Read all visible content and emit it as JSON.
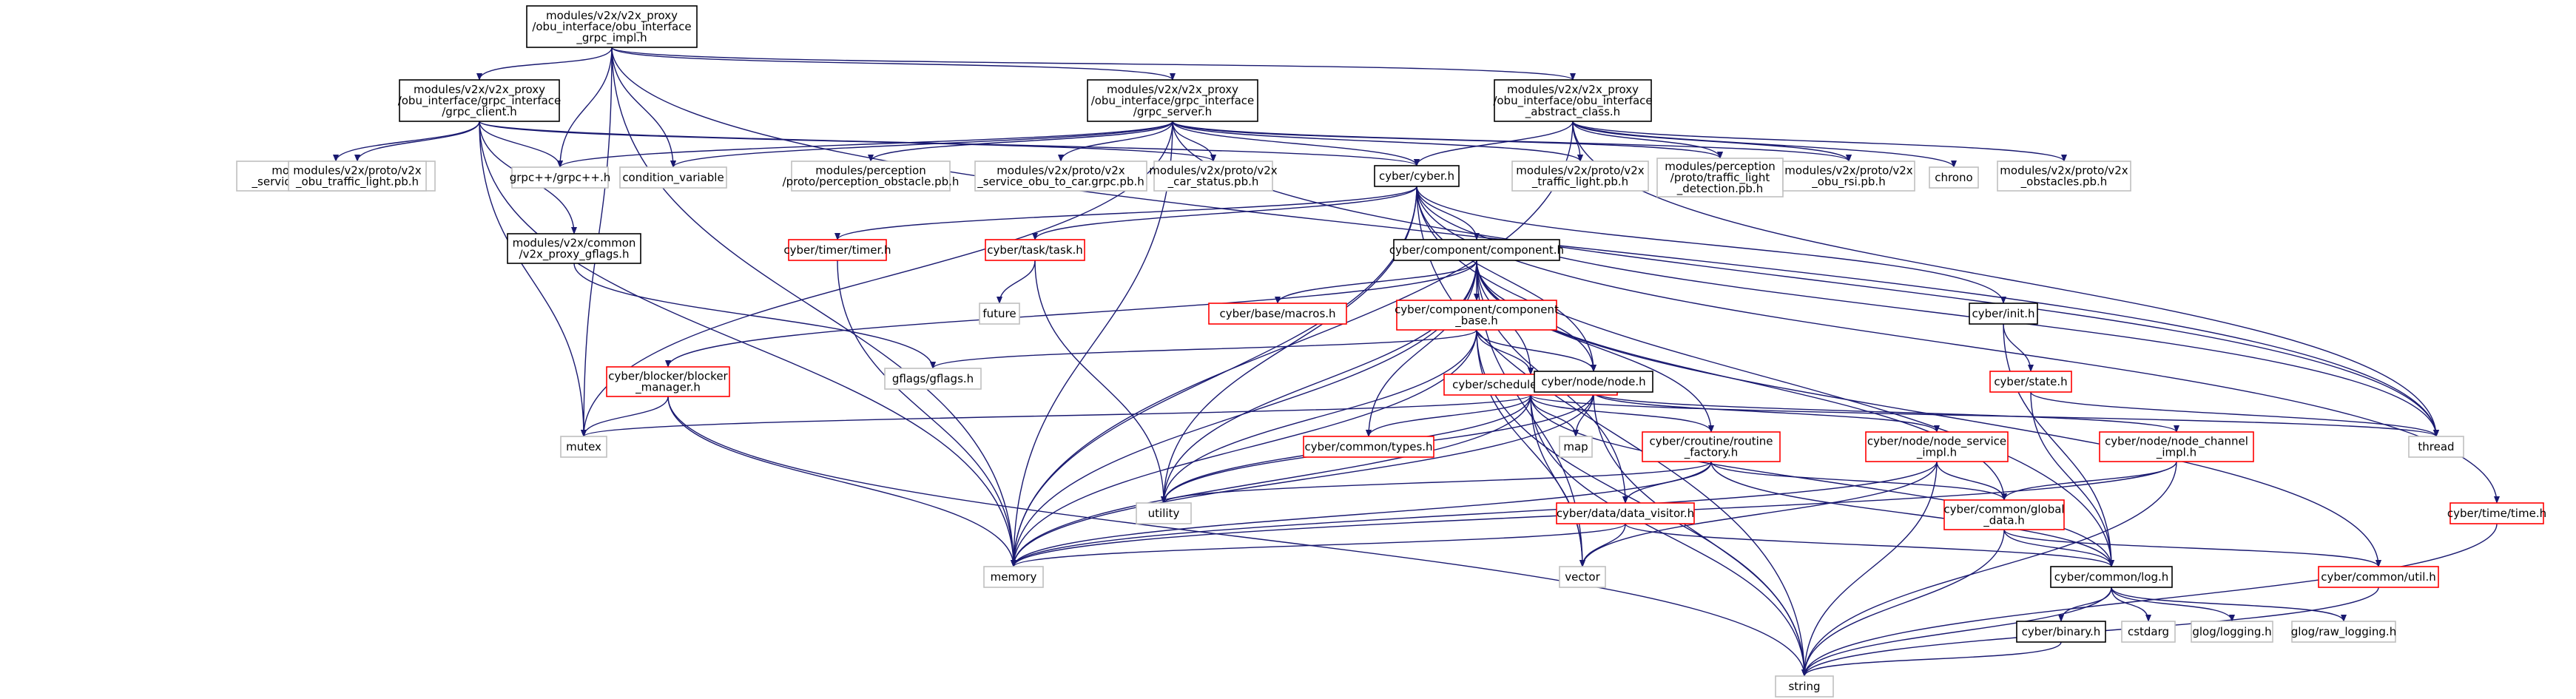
{
  "colors": {
    "edge": "#191970",
    "border_normal": "#000000",
    "border_missing": "#bfbfbf",
    "border_truncated": "#ff0000",
    "root_fill": "#bfbfbf",
    "node_fill": "#ffffff"
  },
  "nodes": [
    {
      "id": "root",
      "lines": [
        "modules/v2x/v2x_proxy",
        "/obu_interface/obu_interface",
        "_grpc_impl.h"
      ],
      "style": "root"
    },
    {
      "id": "grpc_client",
      "lines": [
        "modules/v2x/v2x_proxy",
        "/obu_interface/grpc_interface",
        "/grpc_client.h"
      ],
      "style": "normal"
    },
    {
      "id": "grpc_server",
      "lines": [
        "modules/v2x/v2x_proxy",
        "/obu_interface/grpc_interface",
        "/grpc_server.h"
      ],
      "style": "normal"
    },
    {
      "id": "abstract",
      "lines": [
        "modules/v2x/v2x_proxy",
        "/obu_interface/obu_interface",
        "_abstract_class.h"
      ],
      "style": "normal"
    },
    {
      "id": "srv_car_obu",
      "lines": [
        "modules/v2x/proto/v2x",
        "_service_car_to_obu.grpc.pb.h"
      ],
      "style": "missing"
    },
    {
      "id": "obu_tl",
      "lines": [
        "modules/v2x/proto/v2x",
        "_obu_traffic_light.pb.h"
      ],
      "style": "missing"
    },
    {
      "id": "grpcpp",
      "lines": [
        "grpc++/grpc++.h"
      ],
      "style": "missing"
    },
    {
      "id": "cond",
      "lines": [
        "condition_variable"
      ],
      "style": "missing"
    },
    {
      "id": "perc_obs",
      "lines": [
        "modules/perception",
        "/proto/perception_obstacle.pb.h"
      ],
      "style": "missing"
    },
    {
      "id": "srv_obu_car",
      "lines": [
        "modules/v2x/proto/v2x",
        "_service_obu_to_car.grpc.pb.h"
      ],
      "style": "missing"
    },
    {
      "id": "car_status",
      "lines": [
        "modules/v2x/proto/v2x",
        "_car_status.pb.h"
      ],
      "style": "missing"
    },
    {
      "id": "cyber",
      "lines": [
        "cyber/cyber.h"
      ],
      "style": "normal"
    },
    {
      "id": "v2x_tl",
      "lines": [
        "modules/v2x/proto/v2x",
        "_traffic_light.pb.h"
      ],
      "style": "missing"
    },
    {
      "id": "tl_det",
      "lines": [
        "modules/perception",
        "/proto/traffic_light",
        "_detection.pb.h"
      ],
      "style": "missing"
    },
    {
      "id": "obu_rsi",
      "lines": [
        "modules/v2x/proto/v2x",
        "_obu_rsi.pb.h"
      ],
      "style": "missing"
    },
    {
      "id": "chrono",
      "lines": [
        "chrono"
      ],
      "style": "missing"
    },
    {
      "id": "obstacles",
      "lines": [
        "modules/v2x/proto/v2x",
        "_obstacles.pb.h"
      ],
      "style": "missing"
    },
    {
      "id": "gflags_proxy",
      "lines": [
        "modules/v2x/common",
        "/v2x_proxy_gflags.h"
      ],
      "style": "normal"
    },
    {
      "id": "timer",
      "lines": [
        "cyber/timer/timer.h"
      ],
      "style": "truncated"
    },
    {
      "id": "task",
      "lines": [
        "cyber/task/task.h"
      ],
      "style": "truncated"
    },
    {
      "id": "component",
      "lines": [
        "cyber/component/component.h"
      ],
      "style": "normal"
    },
    {
      "id": "init",
      "lines": [
        "cyber/init.h"
      ],
      "style": "normal"
    },
    {
      "id": "future",
      "lines": [
        "future"
      ],
      "style": "missing"
    },
    {
      "id": "macros",
      "lines": [
        "cyber/base/macros.h"
      ],
      "style": "truncated"
    },
    {
      "id": "comp_base",
      "lines": [
        "cyber/component/component",
        "_base.h"
      ],
      "style": "truncated"
    },
    {
      "id": "gflags",
      "lines": [
        "gflags/gflags.h"
      ],
      "style": "missing"
    },
    {
      "id": "blocker",
      "lines": [
        "cyber/blocker/blocker",
        "_manager.h"
      ],
      "style": "truncated"
    },
    {
      "id": "scheduler",
      "lines": [
        "cyber/scheduler/scheduler.h"
      ],
      "style": "truncated"
    },
    {
      "id": "node",
      "lines": [
        "cyber/node/node.h"
      ],
      "style": "normal"
    },
    {
      "id": "state",
      "lines": [
        "cyber/state.h"
      ],
      "style": "truncated"
    },
    {
      "id": "mutex",
      "lines": [
        "mutex"
      ],
      "style": "missing"
    },
    {
      "id": "types",
      "lines": [
        "cyber/common/types.h"
      ],
      "style": "truncated"
    },
    {
      "id": "map",
      "lines": [
        "map"
      ],
      "style": "missing"
    },
    {
      "id": "coroutine",
      "lines": [
        "cyber/croutine/routine",
        "_factory.h"
      ],
      "style": "truncated"
    },
    {
      "id": "node_service",
      "lines": [
        "cyber/node/node_service",
        "_impl.h"
      ],
      "style": "truncated"
    },
    {
      "id": "node_channel",
      "lines": [
        "cyber/node/node_channel",
        "_impl.h"
      ],
      "style": "truncated"
    },
    {
      "id": "thread",
      "lines": [
        "thread"
      ],
      "style": "missing"
    },
    {
      "id": "utility",
      "lines": [
        "utility"
      ],
      "style": "missing"
    },
    {
      "id": "data_visitor",
      "lines": [
        "cyber/data/data_visitor.h"
      ],
      "style": "truncated"
    },
    {
      "id": "global_data",
      "lines": [
        "cyber/common/global",
        "_data.h"
      ],
      "style": "truncated"
    },
    {
      "id": "time",
      "lines": [
        "cyber/time/time.h"
      ],
      "style": "truncated"
    },
    {
      "id": "memory",
      "lines": [
        "memory"
      ],
      "style": "missing"
    },
    {
      "id": "vector",
      "lines": [
        "vector"
      ],
      "style": "missing"
    },
    {
      "id": "log",
      "lines": [
        "cyber/common/log.h"
      ],
      "style": "normal"
    },
    {
      "id": "util",
      "lines": [
        "cyber/common/util.h"
      ],
      "style": "truncated"
    },
    {
      "id": "binary",
      "lines": [
        "cyber/binary.h"
      ],
      "style": "normal"
    },
    {
      "id": "cstdarg",
      "lines": [
        "cstdarg"
      ],
      "style": "missing"
    },
    {
      "id": "glog_logging",
      "lines": [
        "glog/logging.h"
      ],
      "style": "missing"
    },
    {
      "id": "glog_raw",
      "lines": [
        "glog/raw_logging.h"
      ],
      "style": "missing"
    },
    {
      "id": "string",
      "lines": [
        "string"
      ],
      "style": "missing"
    }
  ],
  "edges": [
    [
      "root",
      "grpc_client"
    ],
    [
      "root",
      "grpc_server"
    ],
    [
      "root",
      "abstract"
    ],
    [
      "root",
      "grpcpp"
    ],
    [
      "root",
      "cond"
    ],
    [
      "root",
      "mutex"
    ],
    [
      "root",
      "memory"
    ],
    [
      "root",
      "thread"
    ],
    [
      "grpc_client",
      "srv_car_obu"
    ],
    [
      "grpc_client",
      "obu_tl"
    ],
    [
      "grpc_client",
      "grpcpp"
    ],
    [
      "grpc_client",
      "gflags_proxy"
    ],
    [
      "grpc_client",
      "cyber"
    ],
    [
      "grpc_client",
      "mutex"
    ],
    [
      "grpc_client",
      "memory"
    ],
    [
      "grpc_client",
      "car_status"
    ],
    [
      "grpc_server",
      "perc_obs"
    ],
    [
      "grpc_server",
      "srv_obu_car"
    ],
    [
      "grpc_server",
      "car_status"
    ],
    [
      "grpc_server",
      "cyber"
    ],
    [
      "grpc_server",
      "v2x_tl"
    ],
    [
      "grpc_server",
      "tl_det"
    ],
    [
      "grpc_server",
      "obu_rsi"
    ],
    [
      "grpc_server",
      "grpcpp"
    ],
    [
      "grpc_server",
      "cond"
    ],
    [
      "grpc_server",
      "mutex"
    ],
    [
      "grpc_server",
      "memory"
    ],
    [
      "grpc_server",
      "thread"
    ],
    [
      "abstract",
      "cyber"
    ],
    [
      "abstract",
      "v2x_tl"
    ],
    [
      "abstract",
      "tl_det"
    ],
    [
      "abstract",
      "obu_rsi"
    ],
    [
      "abstract",
      "chrono"
    ],
    [
      "abstract",
      "obstacles"
    ],
    [
      "abstract",
      "memory"
    ],
    [
      "abstract",
      "thread"
    ],
    [
      "gflags_proxy",
      "gflags"
    ],
    [
      "cyber",
      "timer"
    ],
    [
      "cyber",
      "task"
    ],
    [
      "cyber",
      "component"
    ],
    [
      "cyber",
      "init"
    ],
    [
      "cyber",
      "node"
    ],
    [
      "cyber",
      "time"
    ],
    [
      "cyber",
      "log"
    ],
    [
      "cyber",
      "memory"
    ],
    [
      "cyber",
      "utility"
    ],
    [
      "cyber",
      "string"
    ],
    [
      "cyber",
      "thread"
    ],
    [
      "timer",
      "memory"
    ],
    [
      "task",
      "future"
    ],
    [
      "task",
      "utility"
    ],
    [
      "component",
      "macros"
    ],
    [
      "component",
      "comp_base"
    ],
    [
      "component",
      "scheduler"
    ],
    [
      "component",
      "blocker"
    ],
    [
      "component",
      "coroutine"
    ],
    [
      "component",
      "data_visitor"
    ],
    [
      "component",
      "types"
    ],
    [
      "component",
      "util"
    ],
    [
      "component",
      "global_data"
    ],
    [
      "component",
      "memory"
    ],
    [
      "component",
      "utility"
    ],
    [
      "component",
      "vector"
    ],
    [
      "component",
      "node"
    ],
    [
      "comp_base",
      "scheduler"
    ],
    [
      "comp_base",
      "node"
    ],
    [
      "comp_base",
      "gflags"
    ],
    [
      "comp_base",
      "memory"
    ],
    [
      "comp_base",
      "utility"
    ],
    [
      "comp_base",
      "vector"
    ],
    [
      "comp_base",
      "string"
    ],
    [
      "blocker",
      "mutex"
    ],
    [
      "blocker",
      "memory"
    ],
    [
      "blocker",
      "string"
    ],
    [
      "scheduler",
      "mutex"
    ],
    [
      "scheduler",
      "types"
    ],
    [
      "scheduler",
      "map"
    ],
    [
      "scheduler",
      "coroutine"
    ],
    [
      "scheduler",
      "thread"
    ],
    [
      "scheduler",
      "memory"
    ],
    [
      "scheduler",
      "utility"
    ],
    [
      "scheduler",
      "vector"
    ],
    [
      "scheduler",
      "string"
    ],
    [
      "scheduler",
      "log"
    ],
    [
      "node",
      "map"
    ],
    [
      "node",
      "node_service"
    ],
    [
      "node",
      "node_channel"
    ],
    [
      "node",
      "memory"
    ],
    [
      "node",
      "utility"
    ],
    [
      "node",
      "string"
    ],
    [
      "init",
      "state"
    ],
    [
      "init",
      "log"
    ],
    [
      "state",
      "thread"
    ],
    [
      "state",
      "log"
    ],
    [
      "coroutine",
      "data_visitor"
    ],
    [
      "coroutine",
      "global_data"
    ],
    [
      "coroutine",
      "memory"
    ],
    [
      "coroutine",
      "utility"
    ],
    [
      "coroutine",
      "log"
    ],
    [
      "node_service",
      "global_data"
    ],
    [
      "node_service",
      "memory"
    ],
    [
      "node_service",
      "vector"
    ],
    [
      "node_service",
      "string"
    ],
    [
      "node_channel",
      "global_data"
    ],
    [
      "node_channel",
      "memory"
    ],
    [
      "node_channel",
      "string"
    ],
    [
      "data_visitor",
      "memory"
    ],
    [
      "data_visitor",
      "vector"
    ],
    [
      "data_visitor",
      "log"
    ],
    [
      "global_data",
      "log"
    ],
    [
      "global_data",
      "util"
    ],
    [
      "global_data",
      "string"
    ],
    [
      "time",
      "string"
    ],
    [
      "log",
      "binary"
    ],
    [
      "log",
      "cstdarg"
    ],
    [
      "log",
      "glog_logging"
    ],
    [
      "log",
      "glog_raw"
    ],
    [
      "log",
      "string"
    ],
    [
      "binary",
      "string"
    ],
    [
      "util",
      "string"
    ]
  ]
}
